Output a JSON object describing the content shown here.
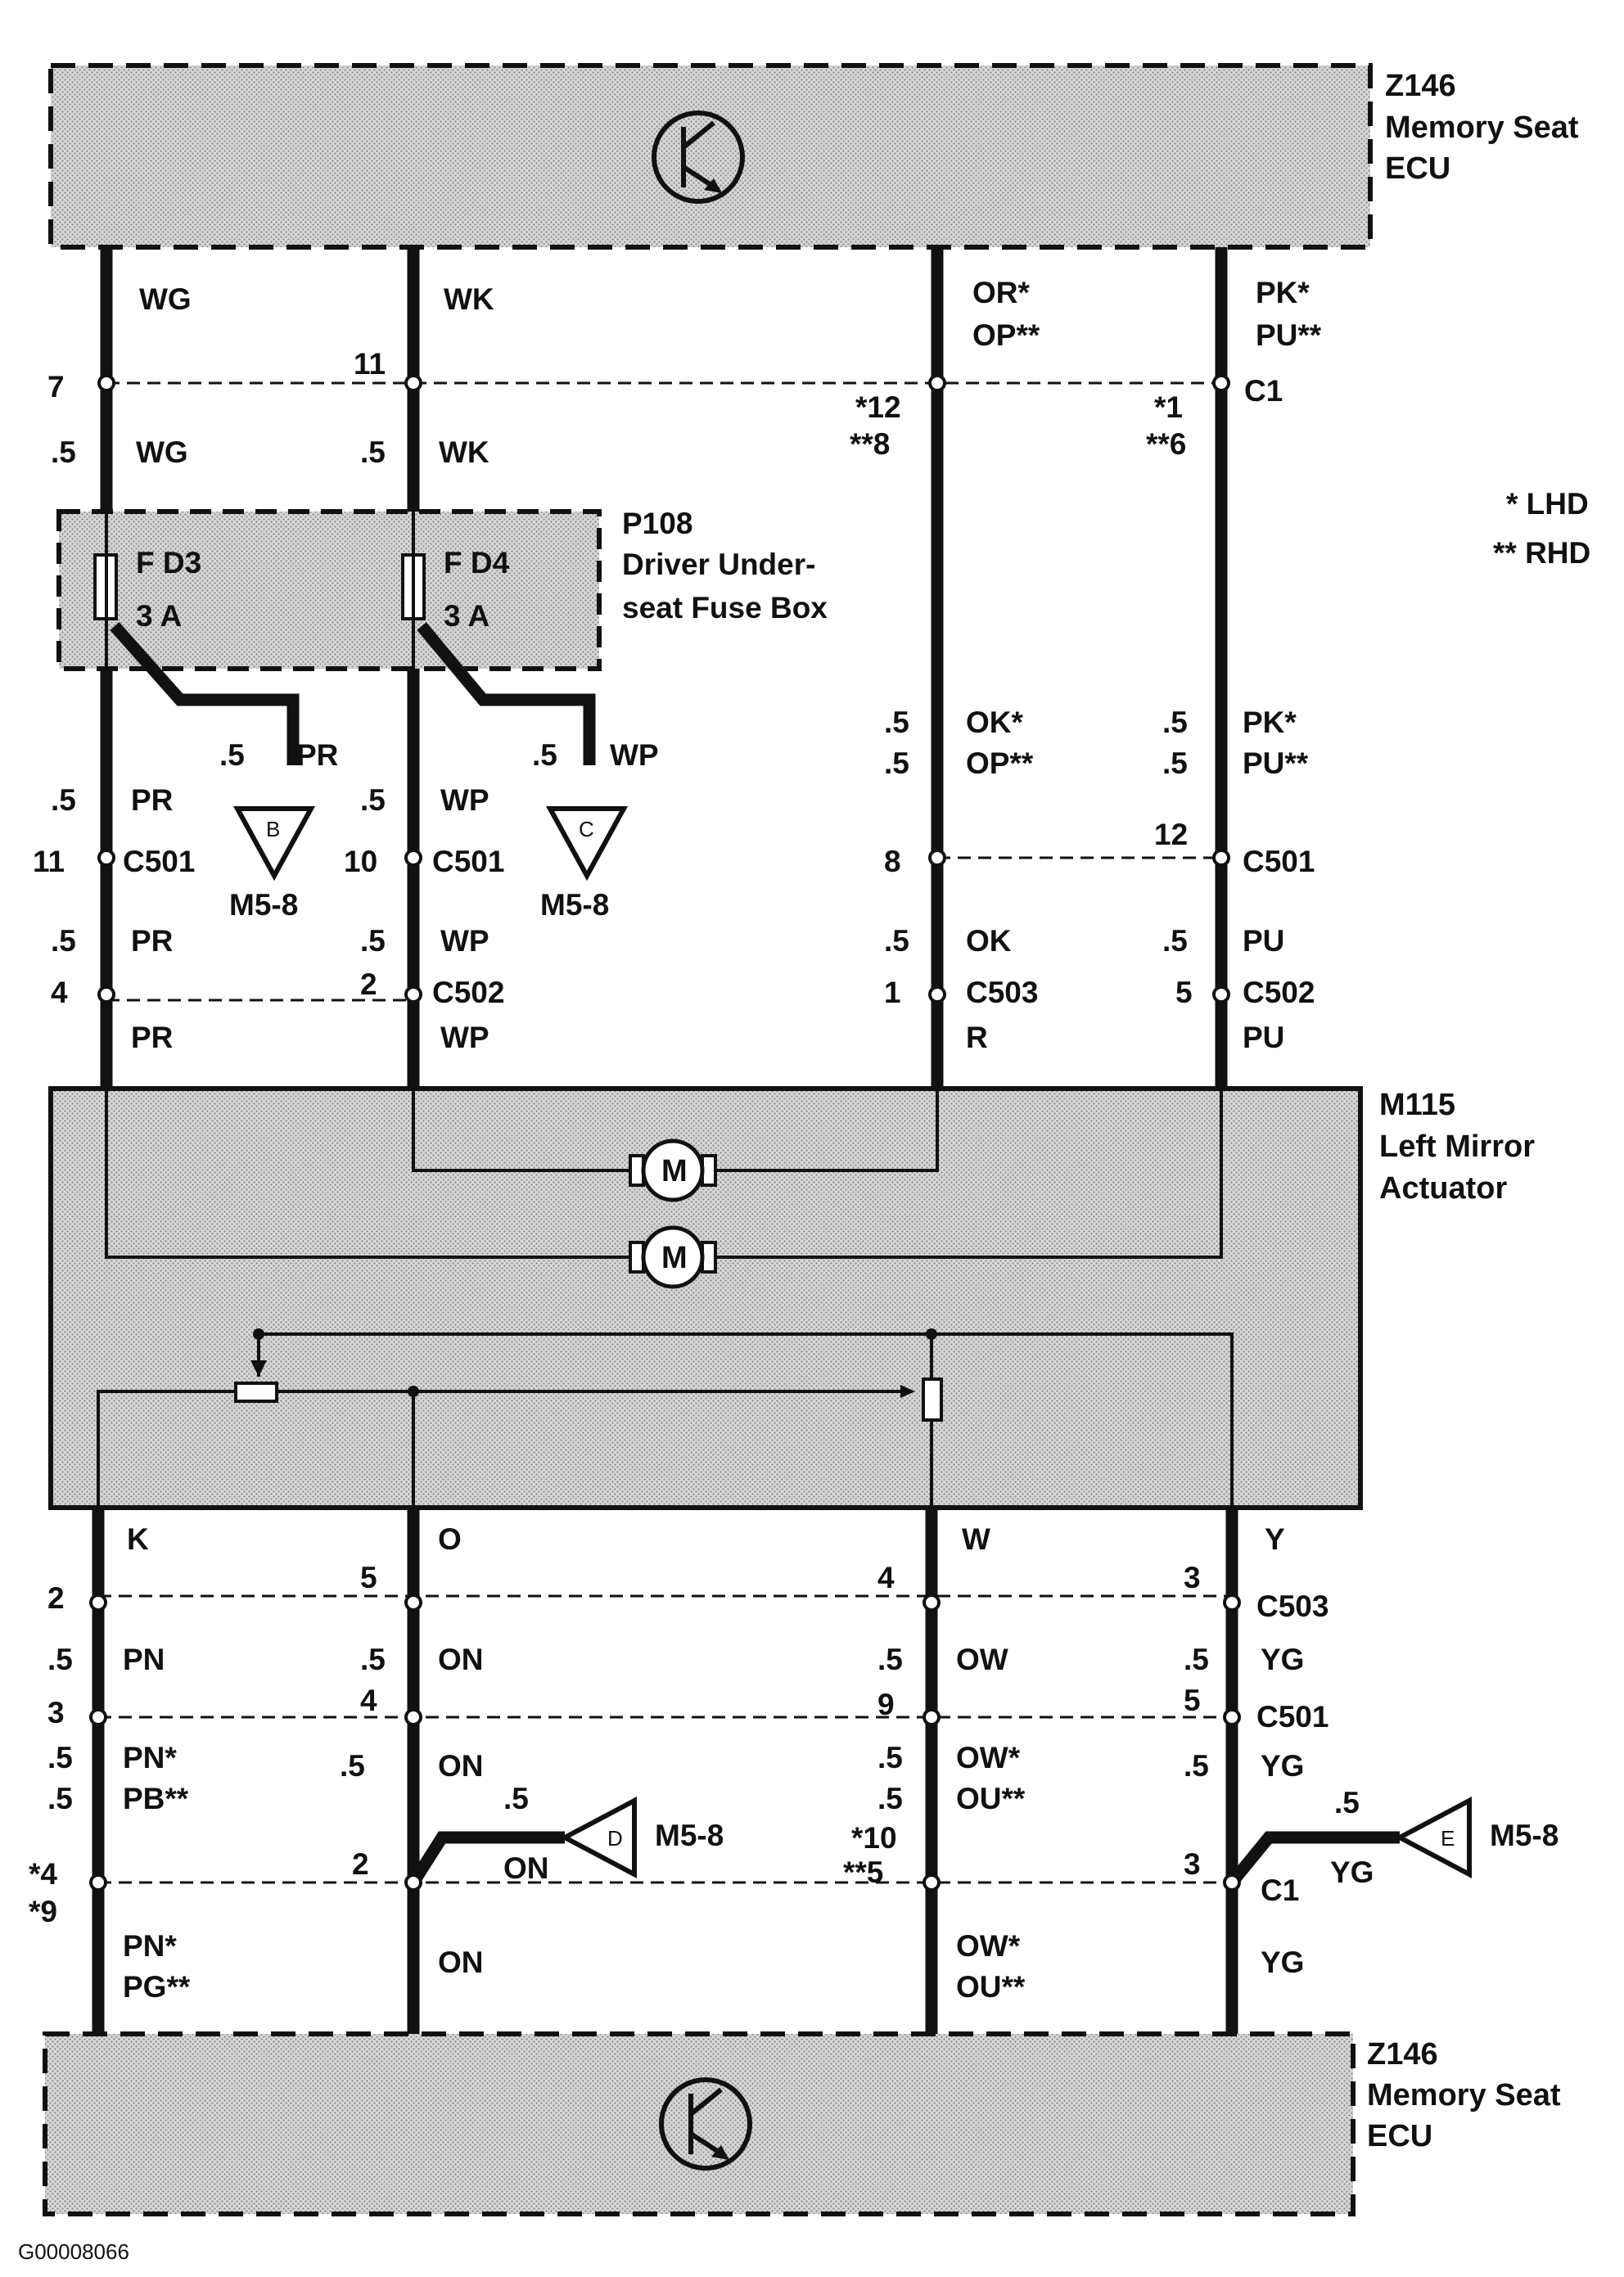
{
  "ecu_top": {
    "id": "Z146",
    "line1": "Memory Seat",
    "line2": "ECU"
  },
  "ecu_bottom": {
    "id": "Z146",
    "line1": "Memory Seat",
    "line2": "ECU"
  },
  "fuse_box": {
    "id": "P108",
    "line1": "Driver Under-",
    "line2": "seat Fuse Box",
    "fuse1": {
      "name": "F D3",
      "rating": "3 A"
    },
    "fuse2": {
      "name": "F D4",
      "rating": "3 A"
    }
  },
  "actuator": {
    "id": "M115",
    "line1": "Left Mirror",
    "line2": "Actuator",
    "motor": "M"
  },
  "legend": {
    "lhd": "* LHD",
    "rhd": "** RHD"
  },
  "connectors": {
    "c1": "C1",
    "c501": "C501",
    "c502": "C502",
    "c503": "C503"
  },
  "size": ".5",
  "wires_top": {
    "wg": "WG",
    "wk": "WK",
    "or": "OR*",
    "op2": "OP**",
    "pk": "PK*",
    "pu2": "PU**",
    "pr": "PR",
    "wp": "WP",
    "ok": "OK*",
    "pk2": "PK*",
    "pu3": "PU**",
    "ok_plain": "OK",
    "pu": "PU",
    "r": "R"
  },
  "pins_top": {
    "p7": "7",
    "p11": "11",
    "p12": "*12",
    "p8b": "**8",
    "p1": "*1",
    "p6": "**6",
    "p11b": "11",
    "p10": "10",
    "p8": "8",
    "p12b": "12",
    "p4": "4",
    "p2": "2",
    "p1b": "1",
    "p5": "5"
  },
  "wires_bottom": {
    "k": "K",
    "o": "O",
    "w": "W",
    "y": "Y",
    "pn": "PN",
    "on": "ON",
    "ow": "OW",
    "yg": "YG",
    "pns": "PN*",
    "pb": "PB**",
    "ows": "OW*",
    "ou": "OU**",
    "pg": "PG**"
  },
  "pins_bottom": {
    "p2": "2",
    "p5": "5",
    "p4": "4",
    "p3": "3",
    "p3b": "3",
    "p4b": "4",
    "p9": "9",
    "p5b": "5",
    "p4s": "*4",
    "p9s": "*9",
    "p2b": "2",
    "p10": "*10",
    "p5s": "**5",
    "p3c": "3"
  },
  "splices": {
    "b": {
      "letter": "B",
      "ref": "M5-8",
      "wire": "PR"
    },
    "c": {
      "letter": "C",
      "ref": "M5-8",
      "wire": "WP"
    },
    "d": {
      "letter": "D",
      "ref": "M5-8",
      "wire": "ON"
    },
    "e": {
      "letter": "E",
      "ref": "M5-8",
      "wire": "YG"
    }
  },
  "figure_id": "G00008066"
}
